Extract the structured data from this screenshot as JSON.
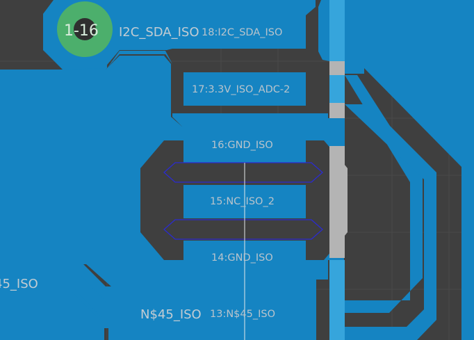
{
  "colors": {
    "background": "#3f3f3f",
    "copper": "#1584c2",
    "copper_light": "#36a5dc",
    "pad_via": "#4caf6c",
    "keepout": "#b4b4b4",
    "outline": "#2b2bd0",
    "grid": "#4a4a4a"
  },
  "via": {
    "name": "1-16"
  },
  "nets": {
    "i2c_sda": "I2C_SDA_ISO",
    "n45_left": "45_ISO",
    "n45_bottom": "N$45_ISO"
  },
  "pads": {
    "p18": "18:I2C_SDA_ISO",
    "p17": "17:3.3V_ISO_ADC-2",
    "p16": "16:GND_ISO",
    "p15": "15:NC_ISO_2",
    "p14": "14:GND_ISO",
    "p13": "13:N$45_ISO"
  }
}
